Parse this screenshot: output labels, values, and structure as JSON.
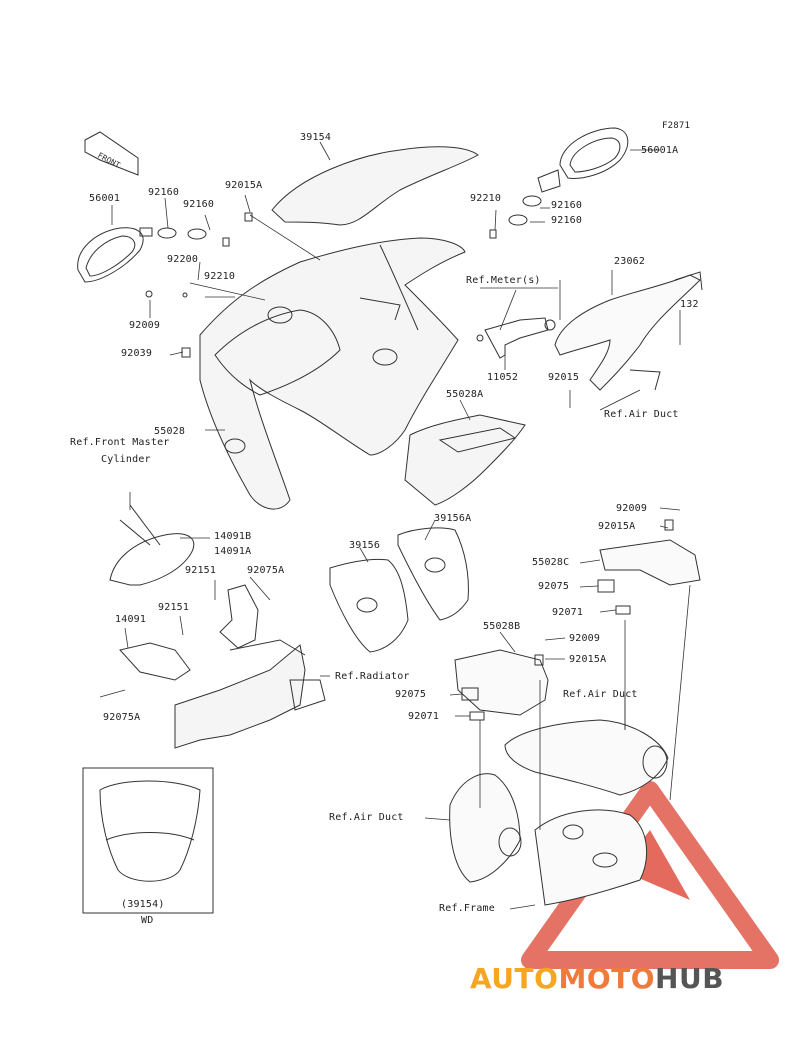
{
  "figure_code": "F2871",
  "front_arrow": "FRONT",
  "wd_caption": "WD",
  "wd_part": "(39154)",
  "watermark": {
    "part1": "AUTO",
    "part2": "MOTO",
    "part3": "HUB"
  },
  "colors": {
    "triangle": "#e05a4a",
    "auto": "#f5a623",
    "moto": "#f07a3c",
    "hub": "#555555"
  },
  "labels": {
    "p39154": "39154",
    "p56001": "56001",
    "p92160a": "92160",
    "p92015a_top": "92015A",
    "p92160b": "92160",
    "p92200": "92200",
    "p92210a": "92210",
    "p92009a": "92009",
    "p92039": "92039",
    "p55028": "55028",
    "ref_fmc1": "Ref.Front Master",
    "ref_fmc2": "Cylinder",
    "p14091b": "14091B",
    "p14091a": "14091A",
    "p92151a": "92151",
    "p92075a_1": "92075A",
    "p14091": "14091",
    "p92151b": "92151",
    "p92075a_2": "92075A",
    "ref_radiator": "Ref.Radiator",
    "p56001a": "56001A",
    "p92210b": "92210",
    "p92160c": "92160",
    "p92160d": "92160",
    "p23062": "23062",
    "ref_meter": "Ref.Meter(s)",
    "p132": "132",
    "p11052": "11052",
    "p92015": "92015",
    "ref_airduct1": "Ref.Air Duct",
    "p55028a": "55028A",
    "p39156a": "39156A",
    "p39156": "39156",
    "p92009b": "92009",
    "p92015a_b": "92015A",
    "p55028c": "55028C",
    "p92075a": "92075",
    "p92071a": "92071",
    "p55028b": "55028B",
    "p92009c": "92009",
    "p92015a_c": "92015A",
    "p92075b": "92075",
    "ref_airduct2": "Ref.Air Duct",
    "p92071b": "92071",
    "ref_airduct3": "Ref.Air Duct",
    "ref_frame": "Ref.Frame"
  }
}
